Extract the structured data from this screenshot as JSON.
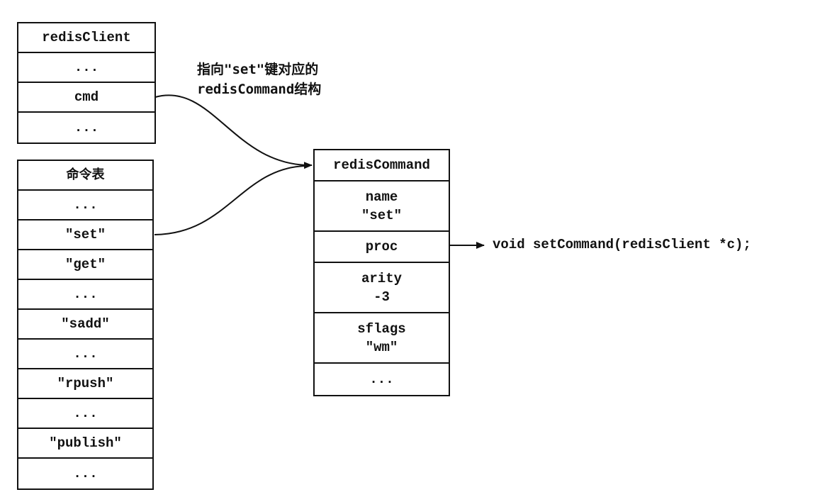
{
  "client_table": {
    "title": "redisClient",
    "rows": [
      "...",
      "cmd",
      "..."
    ]
  },
  "command_table": {
    "title": "命令表",
    "rows": [
      "...",
      "\"set\"",
      "\"get\"",
      "...",
      "\"sadd\"",
      "...",
      "\"rpush\"",
      "...",
      "\"publish\"",
      "..."
    ]
  },
  "redis_command": {
    "title": "redisCommand",
    "fields": [
      {
        "name": "name",
        "value": "\"set\""
      },
      {
        "name": "proc",
        "value": ""
      },
      {
        "name": "arity",
        "value": "-3"
      },
      {
        "name": "sflags",
        "value": "\"wm\""
      },
      {
        "name": "...",
        "value": ""
      }
    ]
  },
  "annotation": {
    "line1": "指向\"set\"键对应的",
    "line2": "redisCommand结构"
  },
  "proc_target": "void setCommand(redisClient *c);"
}
